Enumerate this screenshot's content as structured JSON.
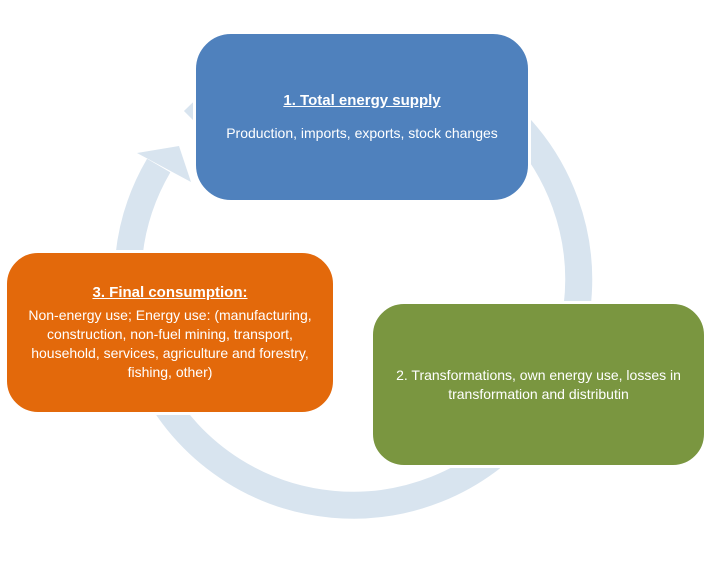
{
  "diagram": {
    "type": "cycle",
    "description": "Three-stage energy balance cycle diagram with circular arrow",
    "arrow_color": "#d8e4ef",
    "nodes": [
      {
        "id": "total-energy-supply",
        "fill": "#4f81bd",
        "title": "1. Total energy supply",
        "body_lines": [
          "Production, imports, exports, stock changes"
        ]
      },
      {
        "id": "transformations",
        "fill": "#7a9640",
        "title": "",
        "body_lines": [
          "2. Transformations, own energy use, losses in",
          "transformation and distributin"
        ]
      },
      {
        "id": "final-consumption",
        "fill": "#e3690b",
        "title": "3. Final consumption:",
        "body_lines": [
          "Non-energy use; Energy use: (manufacturing,",
          "construction, non-fuel mining, transport,",
          "household, services, agriculture and forestry,",
          "fishing, other)"
        ]
      }
    ]
  }
}
